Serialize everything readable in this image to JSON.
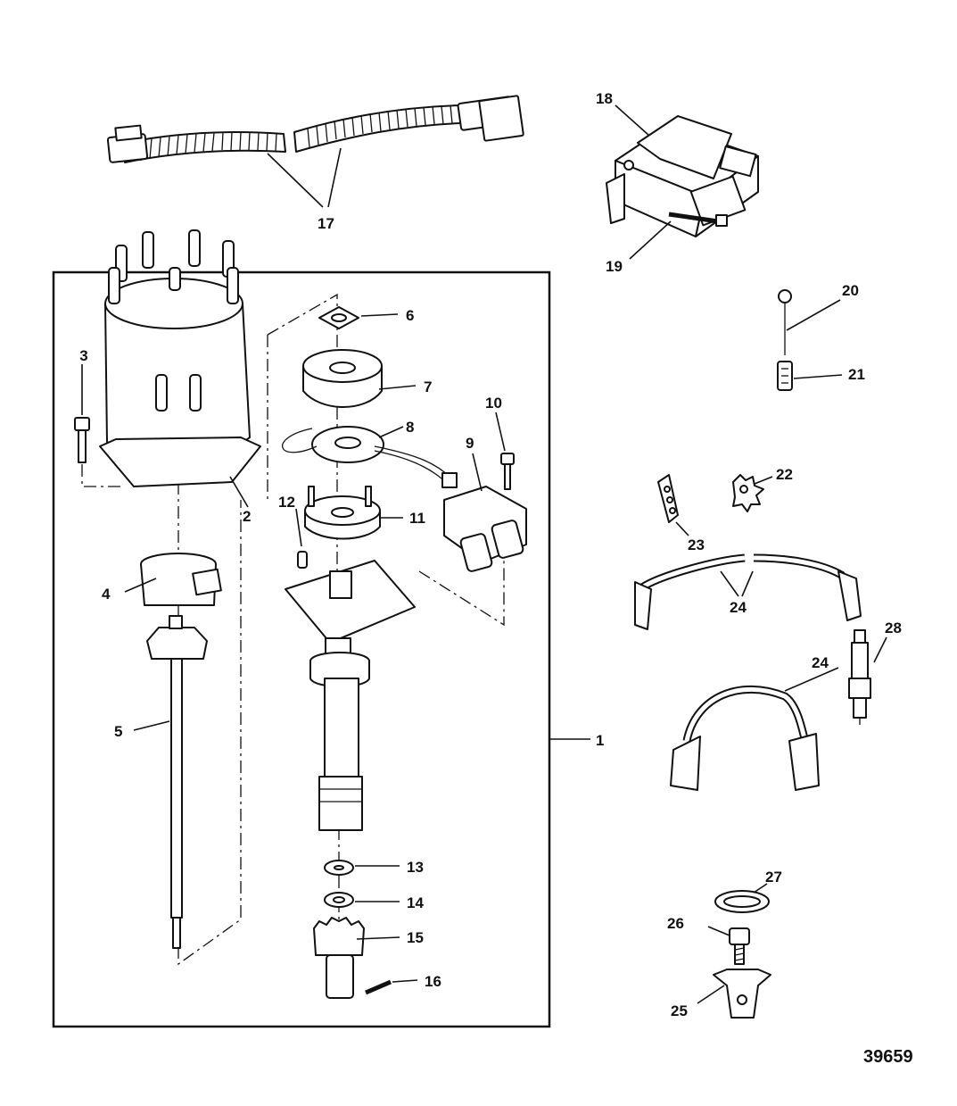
{
  "figure": {
    "reference_number": "39659"
  },
  "callouts": [
    {
      "n": "1"
    },
    {
      "n": "2"
    },
    {
      "n": "3"
    },
    {
      "n": "4"
    },
    {
      "n": "5"
    },
    {
      "n": "6"
    },
    {
      "n": "7"
    },
    {
      "n": "8"
    },
    {
      "n": "9"
    },
    {
      "n": "10"
    },
    {
      "n": "11"
    },
    {
      "n": "12"
    },
    {
      "n": "13"
    },
    {
      "n": "14"
    },
    {
      "n": "15"
    },
    {
      "n": "16"
    },
    {
      "n": "17"
    },
    {
      "n": "18"
    },
    {
      "n": "19"
    },
    {
      "n": "20"
    },
    {
      "n": "21"
    },
    {
      "n": "22"
    },
    {
      "n": "23"
    },
    {
      "n": "24"
    },
    {
      "n": "24"
    },
    {
      "n": "25"
    },
    {
      "n": "26"
    },
    {
      "n": "27"
    },
    {
      "n": "28"
    }
  ]
}
